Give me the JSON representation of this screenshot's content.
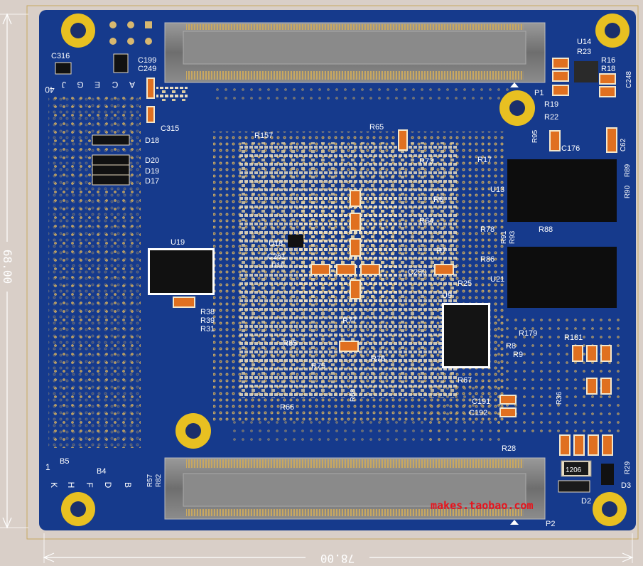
{
  "board": {
    "colors": {
      "solder_mask": "#163a8c",
      "pad_gold": "#d8b870",
      "mounting_hole": "#e8c021",
      "connector": "#7a7a7a",
      "ic_black": "#111111",
      "cap_orange": "#e07020",
      "background": "#d9cfc8",
      "outline": "#c8a860",
      "watermark": "#e8141c"
    },
    "dimension_horizontal": "78.00",
    "dimension_vertical": "68.00",
    "watermark": "makes.taobao.com",
    "connectors": [
      {
        "id": "p1",
        "label": "P1"
      },
      {
        "id": "p2",
        "label": "P2"
      }
    ],
    "chips": [
      {
        "id": "u19",
        "label": "U19"
      },
      {
        "id": "u13",
        "label": "U13"
      },
      {
        "id": "u21",
        "label": "U21"
      },
      {
        "id": "u9",
        "label": "U9"
      },
      {
        "id": "u14",
        "label": "U14"
      },
      {
        "id": "u18",
        "label": "U18"
      },
      {
        "id": "u16",
        "label": "U16"
      }
    ],
    "diodes": [
      {
        "id": "d1206",
        "label": "1206"
      },
      {
        "id": "d2",
        "label": "D2"
      },
      {
        "id": "d3",
        "label": "D3"
      },
      {
        "id": "d17",
        "label": "D17"
      },
      {
        "id": "d18",
        "label": "D18"
      },
      {
        "id": "d19",
        "label": "D19"
      },
      {
        "id": "d20",
        "label": "D20"
      }
    ],
    "pin_header_top": [
      "J",
      "G",
      "E",
      "C",
      "A"
    ],
    "pin_header_top_num": "40",
    "pin_header_bottom": [
      "K",
      "H",
      "F",
      "D",
      "B"
    ],
    "pin_header_bottom_num": "1",
    "designators": [
      {
        "id": "c316",
        "text": "C316"
      },
      {
        "id": "c199",
        "text": "C199"
      },
      {
        "id": "c249",
        "text": "C249"
      },
      {
        "id": "c315",
        "text": "C315"
      },
      {
        "id": "r157",
        "text": "R157"
      },
      {
        "id": "r65",
        "text": "R65"
      },
      {
        "id": "r73",
        "text": "R73"
      },
      {
        "id": "r17",
        "text": "R17"
      },
      {
        "id": "r23",
        "text": "R23"
      },
      {
        "id": "r16",
        "text": "R16"
      },
      {
        "id": "r18",
        "text": "R18"
      },
      {
        "id": "c248",
        "text": "C248"
      },
      {
        "id": "r19",
        "text": "R19"
      },
      {
        "id": "r22",
        "text": "R22"
      },
      {
        "id": "r95",
        "text": "R95"
      },
      {
        "id": "c176",
        "text": "C176"
      },
      {
        "id": "c62",
        "text": "C62"
      },
      {
        "id": "r89",
        "text": "R89"
      },
      {
        "id": "r90",
        "text": "R90"
      },
      {
        "id": "r78",
        "text": "R78"
      },
      {
        "id": "r88",
        "text": "R88"
      },
      {
        "id": "r91",
        "text": "R91"
      },
      {
        "id": "r93",
        "text": "R93"
      },
      {
        "id": "r86",
        "text": "R86"
      },
      {
        "id": "r6",
        "text": "R6"
      },
      {
        "id": "r64",
        "text": "R64"
      },
      {
        "id": "r7",
        "text": "R7"
      },
      {
        "id": "c250",
        "text": "C250"
      },
      {
        "id": "r25",
        "text": "R25"
      },
      {
        "id": "c261",
        "text": "C261"
      },
      {
        "id": "r38",
        "text": "R38"
      },
      {
        "id": "r39",
        "text": "R39"
      },
      {
        "id": "r31",
        "text": "R31"
      },
      {
        "id": "r77",
        "text": "R77"
      },
      {
        "id": "r85",
        "text": "R85"
      },
      {
        "id": "r75",
        "text": "R75"
      },
      {
        "id": "r76",
        "text": "R76"
      },
      {
        "id": "r66",
        "text": "R66"
      },
      {
        "id": "r68",
        "text": "R68"
      },
      {
        "id": "r67",
        "text": "R67"
      },
      {
        "id": "r179",
        "text": "R179"
      },
      {
        "id": "r181",
        "text": "R181"
      },
      {
        "id": "r8",
        "text": "R8"
      },
      {
        "id": "r9",
        "text": "R9"
      },
      {
        "id": "r36",
        "text": "R36"
      },
      {
        "id": "c191",
        "text": "C191"
      },
      {
        "id": "c192",
        "text": "C192"
      },
      {
        "id": "r28",
        "text": "R28"
      },
      {
        "id": "r29",
        "text": "R29"
      },
      {
        "id": "r82",
        "text": "R82"
      },
      {
        "id": "r57",
        "text": "R57"
      },
      {
        "id": "b5",
        "text": "B5"
      },
      {
        "id": "b4",
        "text": "B4"
      }
    ]
  }
}
